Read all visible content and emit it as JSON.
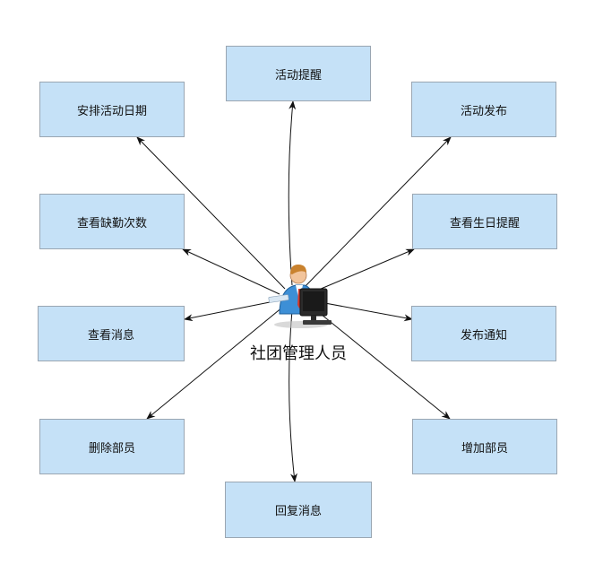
{
  "actor": {
    "label": "社团管理人员",
    "icon": "user-at-computer-icon"
  },
  "nodes": [
    {
      "id": "remind",
      "label": "活动提醒"
    },
    {
      "id": "schedule",
      "label": "安排活动日期"
    },
    {
      "id": "publish",
      "label": "活动发布"
    },
    {
      "id": "absence",
      "label": "查看缺勤次数"
    },
    {
      "id": "birthday",
      "label": "查看生日提醒"
    },
    {
      "id": "view-msg",
      "label": "查看消息"
    },
    {
      "id": "notice",
      "label": "发布通知"
    },
    {
      "id": "delete-member",
      "label": "删除部员"
    },
    {
      "id": "add-member",
      "label": "增加部员"
    },
    {
      "id": "reply-msg",
      "label": "回复消息"
    }
  ],
  "colors": {
    "box_fill": "#c5e1f7",
    "box_border": "#9aa6b2",
    "edge": "#111111"
  }
}
